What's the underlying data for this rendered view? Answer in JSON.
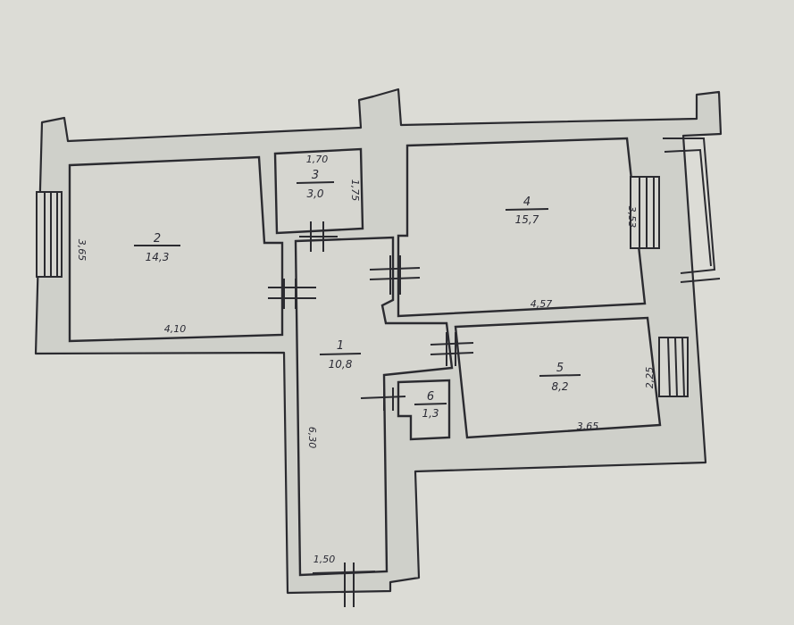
{
  "rooms": [
    {
      "id": "1",
      "number": "1",
      "area": "10,8"
    },
    {
      "id": "2",
      "number": "2",
      "area": "14,3"
    },
    {
      "id": "3",
      "number": "3",
      "area": "3,0"
    },
    {
      "id": "4",
      "number": "4",
      "area": "15,7"
    },
    {
      "id": "5",
      "number": "5",
      "area": "8,2"
    },
    {
      "id": "6",
      "number": "6",
      "area": "1,3"
    }
  ],
  "dimensions": {
    "room2_width": "4,10",
    "room2_height": "3,65",
    "room3_width": "1,70",
    "room3_height": "1,75",
    "room4_width": "4,57",
    "room4_height": "3,53",
    "room5_width": "3,65",
    "room5_height": "2,25",
    "corridor_length": "6,30",
    "corridor_width": "1,50"
  },
  "colors": {
    "ink": "#2b2b30",
    "paper": "#dcdcd6"
  }
}
